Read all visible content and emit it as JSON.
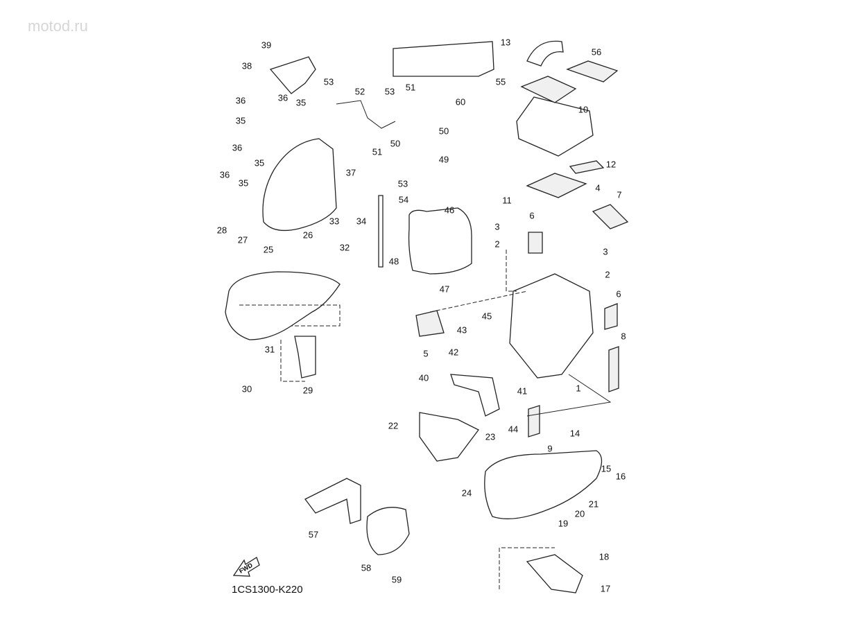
{
  "diagram_code": "1CS1300-K220",
  "fwd_label": "FWD",
  "watermark": "motod.ru",
  "part_labels": [
    "39",
    "38",
    "36",
    "36",
    "35",
    "35",
    "36",
    "35",
    "36",
    "35",
    "37",
    "34",
    "33",
    "53",
    "52",
    "53",
    "51",
    "50",
    "51",
    "50",
    "49",
    "53",
    "54",
    "46",
    "48",
    "47",
    "60",
    "13",
    "56",
    "55",
    "10",
    "12",
    "11",
    "4",
    "7",
    "6",
    "3",
    "2",
    "3",
    "2",
    "6",
    "8",
    "28",
    "27",
    "26",
    "25",
    "32",
    "31",
    "30",
    "29",
    "5",
    "43",
    "45",
    "42",
    "40",
    "41",
    "1",
    "44",
    "9",
    "22",
    "23",
    "14",
    "15",
    "16",
    "24",
    "21",
    "20",
    "19",
    "18",
    "17",
    "57",
    "58",
    "59"
  ]
}
